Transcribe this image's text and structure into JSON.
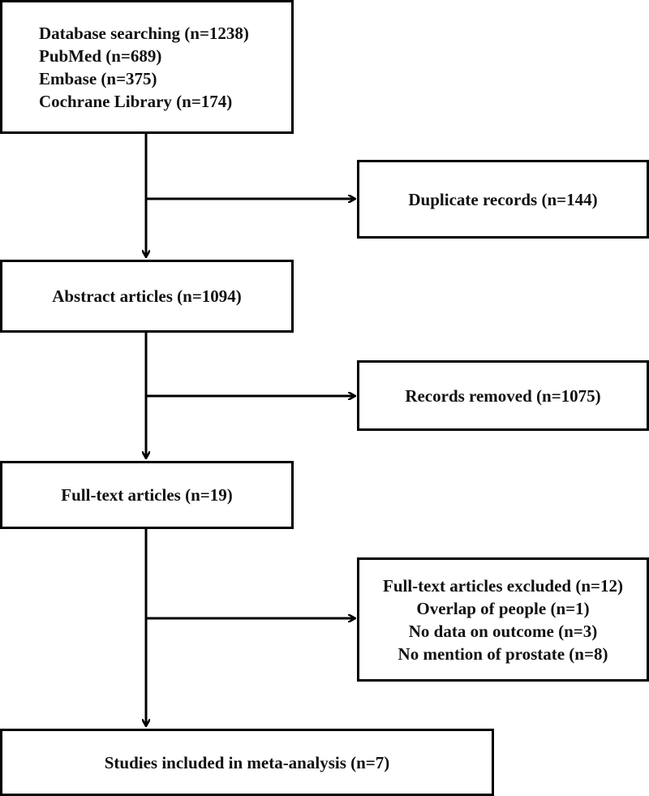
{
  "diagram": {
    "database_box": {
      "lines": [
        "Database searching (n=1238)",
        "PubMed (n=689)",
        "Embase (n=375)",
        "Cochrane Library (n=174)"
      ]
    },
    "duplicate_box": {
      "label": "Duplicate records (n=144)"
    },
    "abstract_box": {
      "label": "Abstract articles (n=1094)"
    },
    "removed_box": {
      "label": "Records removed (n=1075)"
    },
    "fulltext_box": {
      "label": "Full-text articles (n=19)"
    },
    "excluded_box": {
      "lines": [
        "Full-text articles excluded (n=12)",
        "Overlap of people (n=1)",
        "No data on outcome (n=3)",
        "No mention of prostate (n=8)"
      ]
    },
    "included_box": {
      "label": "Studies included in meta-analysis (n=7)"
    },
    "line_color": "#000000"
  }
}
